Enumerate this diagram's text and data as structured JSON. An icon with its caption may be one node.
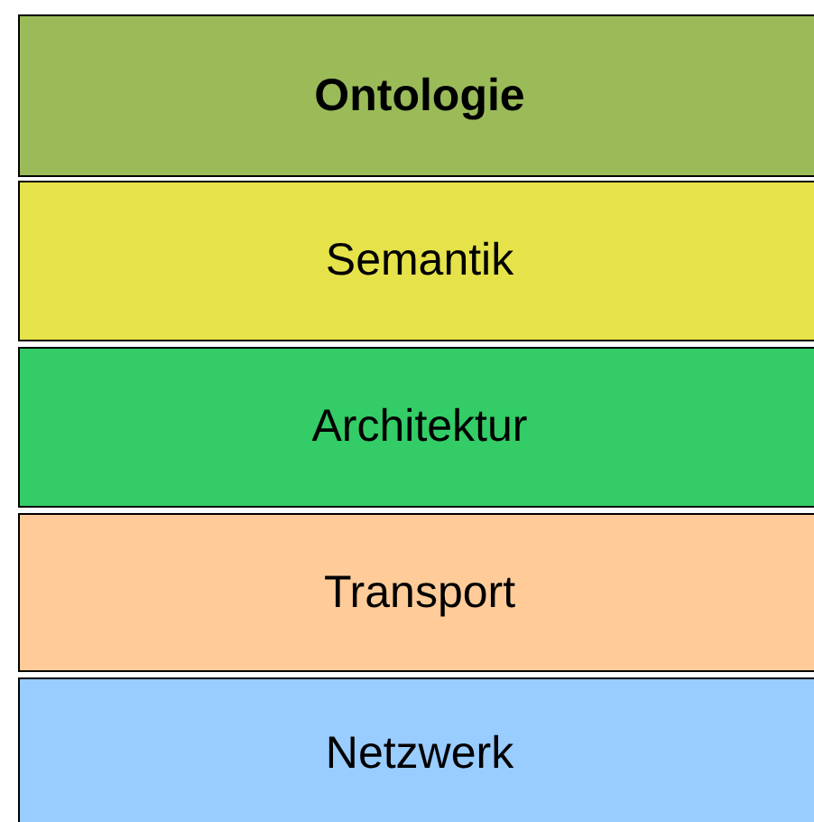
{
  "diagram": {
    "nodes": [
      {
        "text": [
          "Ontologie"
        ]
      },
      {
        "text": [
          "Semantik"
        ]
      },
      {
        "text": [
          "Architektur"
        ]
      },
      {
        "text": [
          "Transport"
        ]
      },
      {
        "text": [
          "Netzwerk"
        ]
      }
    ]
  }
}
